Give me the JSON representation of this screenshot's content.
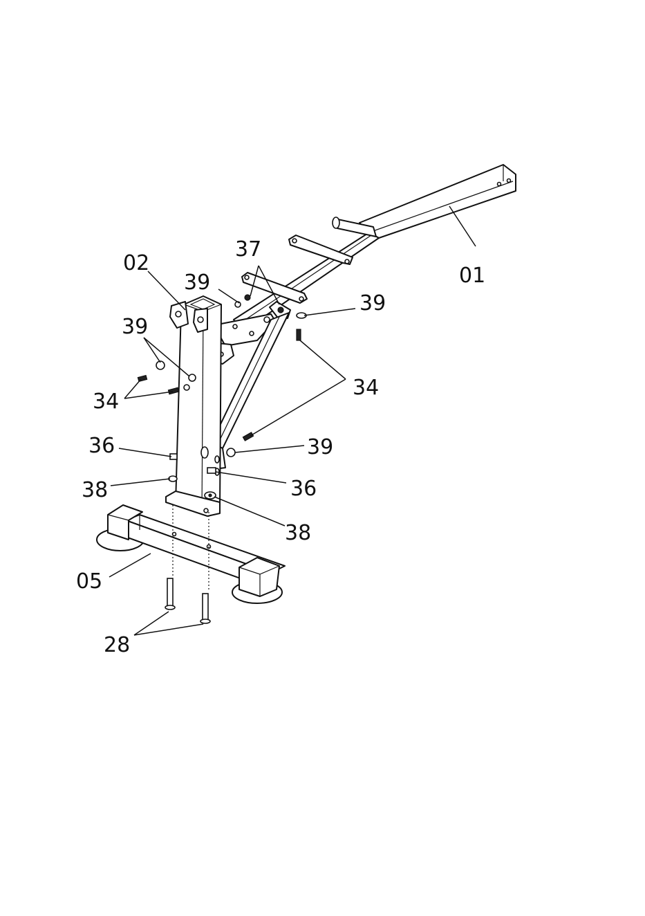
{
  "labels": {
    "p01": "01",
    "p02": "02",
    "p05": "05",
    "p28": "28",
    "p34a": "34",
    "p34b": "34",
    "p36a": "36",
    "p36b": "36",
    "p37": "37",
    "p38a": "38",
    "p38b": "38",
    "p39a": "39",
    "p39b": "39",
    "p39c": "39",
    "p39d": "39"
  }
}
